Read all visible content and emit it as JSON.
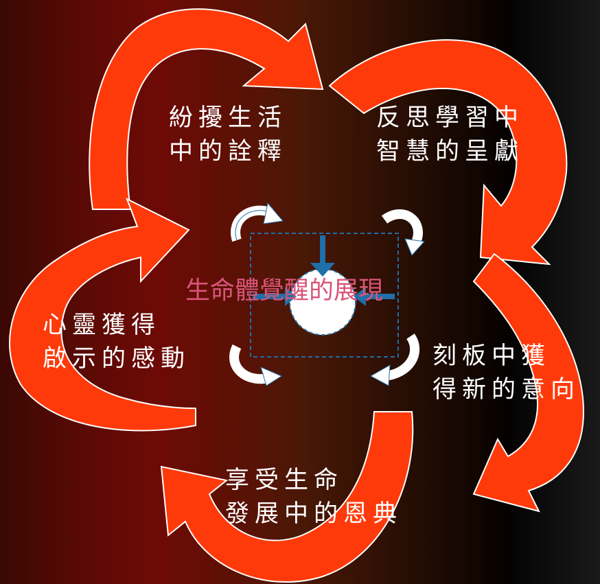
{
  "center": {
    "title": "生命體覺醒的展現"
  },
  "stages": [
    {
      "id": "top-left",
      "lines": [
        "紛擾生活",
        "中的詮釋"
      ]
    },
    {
      "id": "top-right",
      "lines": [
        "反思學習中",
        "智慧的呈獻"
      ]
    },
    {
      "id": "right",
      "lines": [
        "刻板中獲",
        "得新的意向"
      ]
    },
    {
      "id": "bottom",
      "lines": [
        "享受生命",
        "發展中的恩典"
      ]
    },
    {
      "id": "left",
      "lines": [
        "心靈獲得",
        "啟示的感動"
      ]
    }
  ],
  "colors": {
    "arrow_fill": "#ff3a0a",
    "arrow_stroke": "#ffffff",
    "center_text": "#d8557a",
    "small_arrows": "#1f6fa8"
  }
}
